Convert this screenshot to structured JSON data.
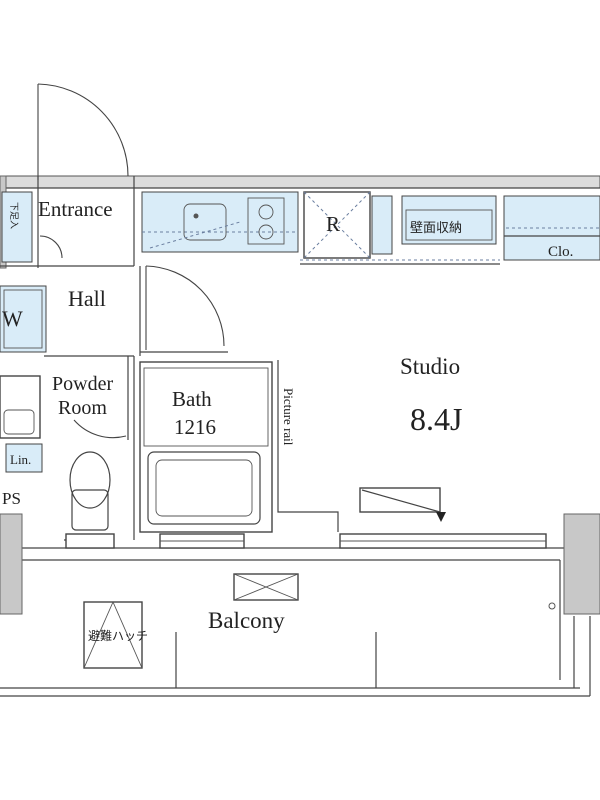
{
  "rooms": {
    "entrance": "Entrance",
    "hall": "Hall",
    "studio": "Studio",
    "studio_size": "8.4J",
    "powder_room_line1": "Powder",
    "powder_room_line2": "Room",
    "bath": "Bath",
    "bath_size": "1216",
    "balcony": "Balcony"
  },
  "fixtures": {
    "refrigerator": "R",
    "wall_storage": "壁面収納",
    "closet": "Clo.",
    "linen": "Lin.",
    "pipe_space": "PS",
    "washer": "W",
    "picture_rail": "Picture rail",
    "evacuation_hatch": "避難ハッチ",
    "shoe_storage": "下足入"
  },
  "colors": {
    "storage_fill": "#d9ecf8",
    "wall_gray": "#c8c8c8",
    "line": "#444444"
  }
}
